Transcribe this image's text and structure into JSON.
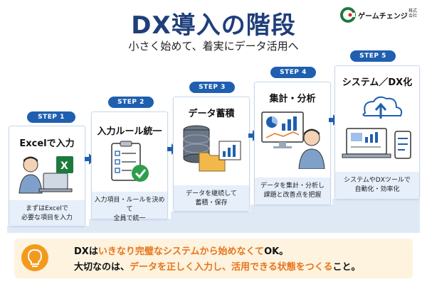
{
  "header": {
    "title": "DX導入の階段",
    "subtitle": "小さく始めて、着実にデータ活用へ",
    "logo_text": "ゲームチェンジ",
    "logo_sub": "株式会社"
  },
  "steps": [
    {
      "badge": "STEP 1",
      "title": "Excelで入力",
      "desc_line1": "まずはExcelで",
      "desc_line2": "必要な項目を入力"
    },
    {
      "badge": "STEP 2",
      "title": "入力ルール統一",
      "desc_line1": "入力項目・ルールを決めて",
      "desc_line2": "全員で統一"
    },
    {
      "badge": "STEP 3",
      "title": "データ蓄積",
      "desc_line1": "データを継続して",
      "desc_line2": "蓄積・保存"
    },
    {
      "badge": "STEP 4",
      "title": "集計・分析",
      "desc_line1": "データを集計・分析し",
      "desc_line2": "課題と改善点を把握"
    },
    {
      "badge": "STEP 5",
      "title": "システム／DX化",
      "desc_line1": "システムやDXツールで",
      "desc_line2": "自動化・効率化"
    }
  ],
  "note": {
    "line1_a": "DXは",
    "line1_b": "いきなり完璧なシステムから始めなくて",
    "line1_c": "OK。",
    "line2_a": "大切なのは、",
    "line2_b": "データを正しく入力し、活用できる状態をつくる",
    "line2_c": "こと。"
  },
  "colors": {
    "primary": "#1f5fb0",
    "title": "#1f3f7a",
    "accent": "#e8741c",
    "note_bg": "#fdf3df",
    "excel_green": "#1d7a3c"
  }
}
